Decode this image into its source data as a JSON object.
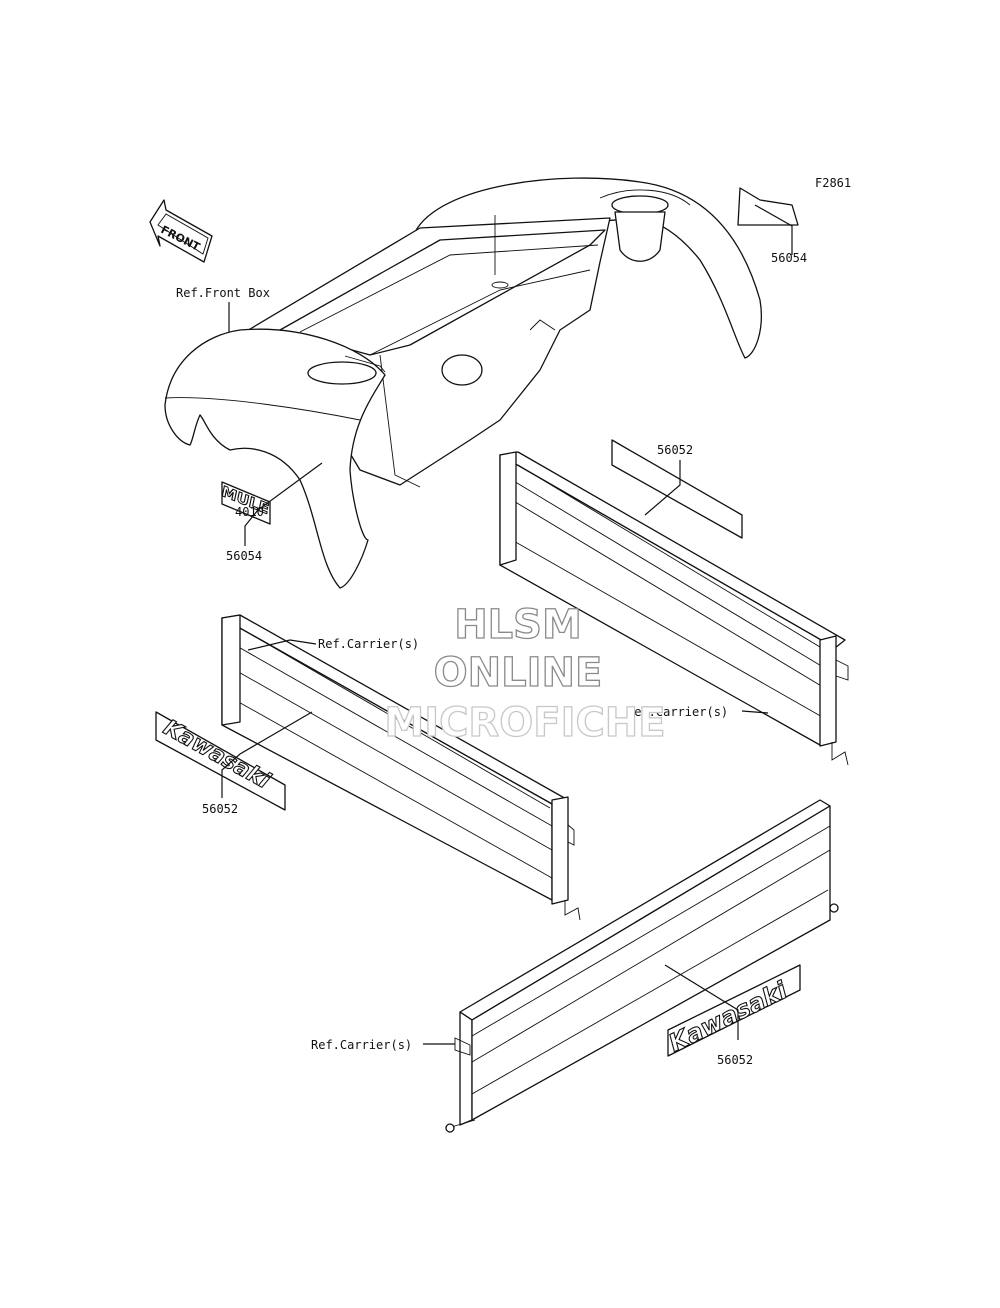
{
  "figure_code": "F2861",
  "front_arrow_label": "FRONT",
  "labels": {
    "ref_front_box": "Ref.Front Box",
    "part_56054_top": "56054",
    "part_56054_left": "56054",
    "part_56052_right_decal": "56052",
    "part_56052_left_decal": "56052",
    "part_56052_bottom_decal": "56052",
    "ref_carrier_left": "Ref.Carrier(s)",
    "ref_carrier_right": "Ref.Carrier(s)",
    "ref_carrier_bottom": "Ref.Carrier(s)"
  },
  "decals": {
    "mule_logo": "MULE",
    "mule_sub": "4010",
    "kawasaki_left": "Kawasaki",
    "kawasaki_bottom": "Kawasaki"
  },
  "watermark": {
    "line1": "HLSM",
    "line2": "ONLINE",
    "line3": "MICROFICHE"
  }
}
